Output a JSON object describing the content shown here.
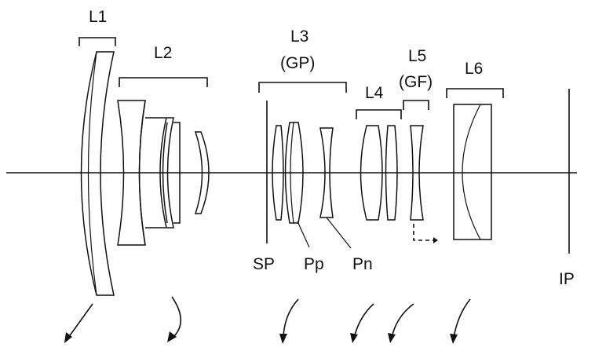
{
  "groups": {
    "L1": "L1",
    "L2": "L2",
    "L3": "L3",
    "L3_sub": "(GP)",
    "L4": "L4",
    "L5": "L5",
    "L5_sub": "(GF)",
    "L6": "L6"
  },
  "markers": {
    "SP": "SP",
    "Pp": "Pp",
    "Pn": "Pn",
    "IP": "IP"
  }
}
